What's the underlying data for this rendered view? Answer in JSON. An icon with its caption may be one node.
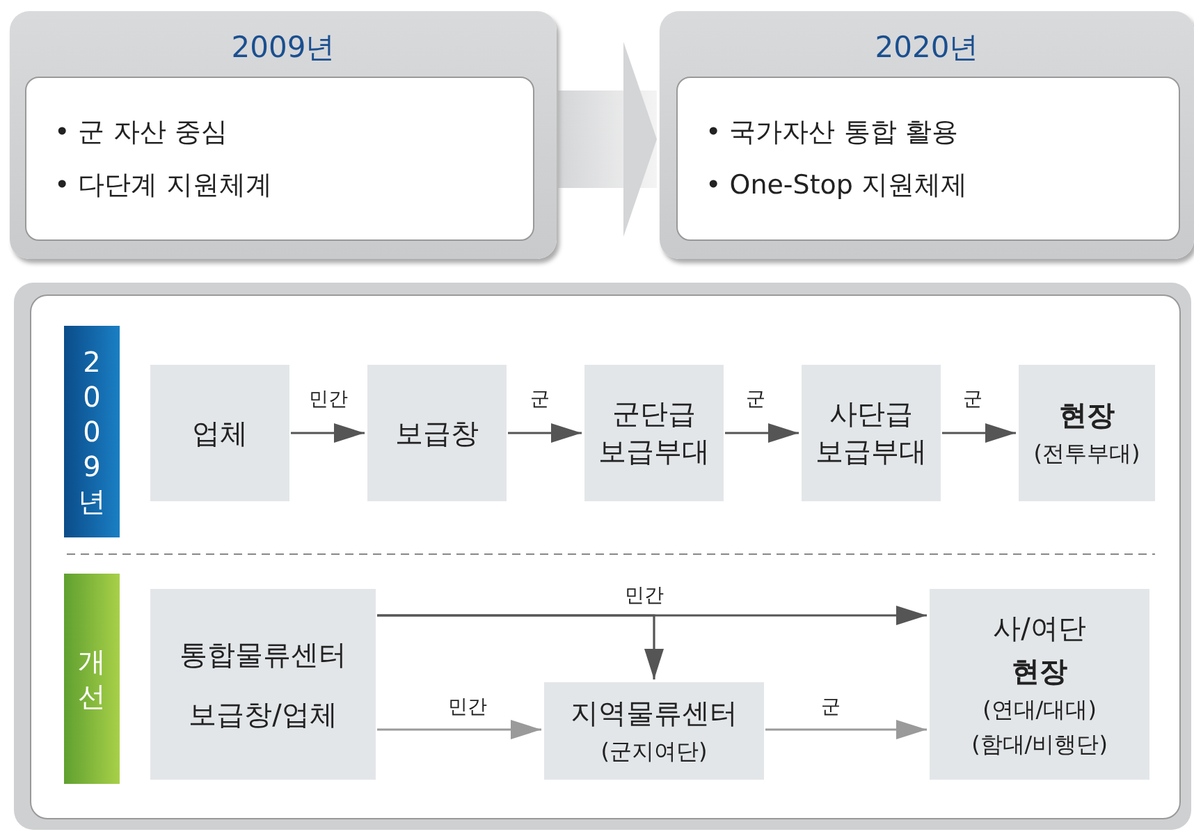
{
  "diagram": {
    "nodes": [
      {
        "text": [
          "2009년"
        ]
      },
      {
        "text": [
          "• 군 자산 중심",
          "• 다단계 지원체계"
        ],
        "in": 0
      },
      {
        "text": [
          "2020년"
        ]
      },
      {
        "text": [
          "• 국가자산 통합 활용",
          "• One-Stop 지원체제"
        ],
        "in": 2
      },
      {
        "text": [
          "2009년"
        ]
      },
      {
        "text": [
          "업체"
        ]
      },
      {
        "text": [
          "보급창"
        ]
      },
      {
        "text": [
          "군단급 보급부대"
        ]
      },
      {
        "text": [
          "사단급 보급부대"
        ]
      },
      {
        "text": [
          "현장",
          "(전투부대)"
        ]
      },
      {
        "text": [
          "개선"
        ]
      },
      {
        "text": [
          "통합물류센터",
          "보급창/업체"
        ]
      },
      {
        "text": [
          "지역물류센터",
          "(군지여단)"
        ]
      },
      {
        "text": [
          "사/여단",
          "현장",
          "(연대/대대)",
          "(함대/비행단)"
        ]
      }
    ],
    "edges": [
      {
        "from": 0,
        "to": 2,
        "arrow": "to",
        "style": "thick",
        "color": "#d4d5d7"
      },
      {
        "from": 5,
        "to": 6,
        "arrow": "to",
        "label": "민간"
      },
      {
        "from": 6,
        "to": 7,
        "arrow": "to",
        "label": "군"
      },
      {
        "from": 7,
        "to": 8,
        "arrow": "to",
        "label": "군"
      },
      {
        "from": 8,
        "to": 9,
        "arrow": "to",
        "label": "군"
      },
      {
        "from": 11,
        "to": 13,
        "arrow": "to",
        "label": "민간"
      },
      {
        "from": 11,
        "to": 12,
        "arrow": "to"
      },
      {
        "from": 11,
        "to": 12,
        "arrow": "to",
        "label": "민간",
        "color": "#9a9a9a"
      },
      {
        "from": 12,
        "to": 13,
        "arrow": "to",
        "label": "군",
        "color": "#9a9a9a"
      }
    ]
  }
}
